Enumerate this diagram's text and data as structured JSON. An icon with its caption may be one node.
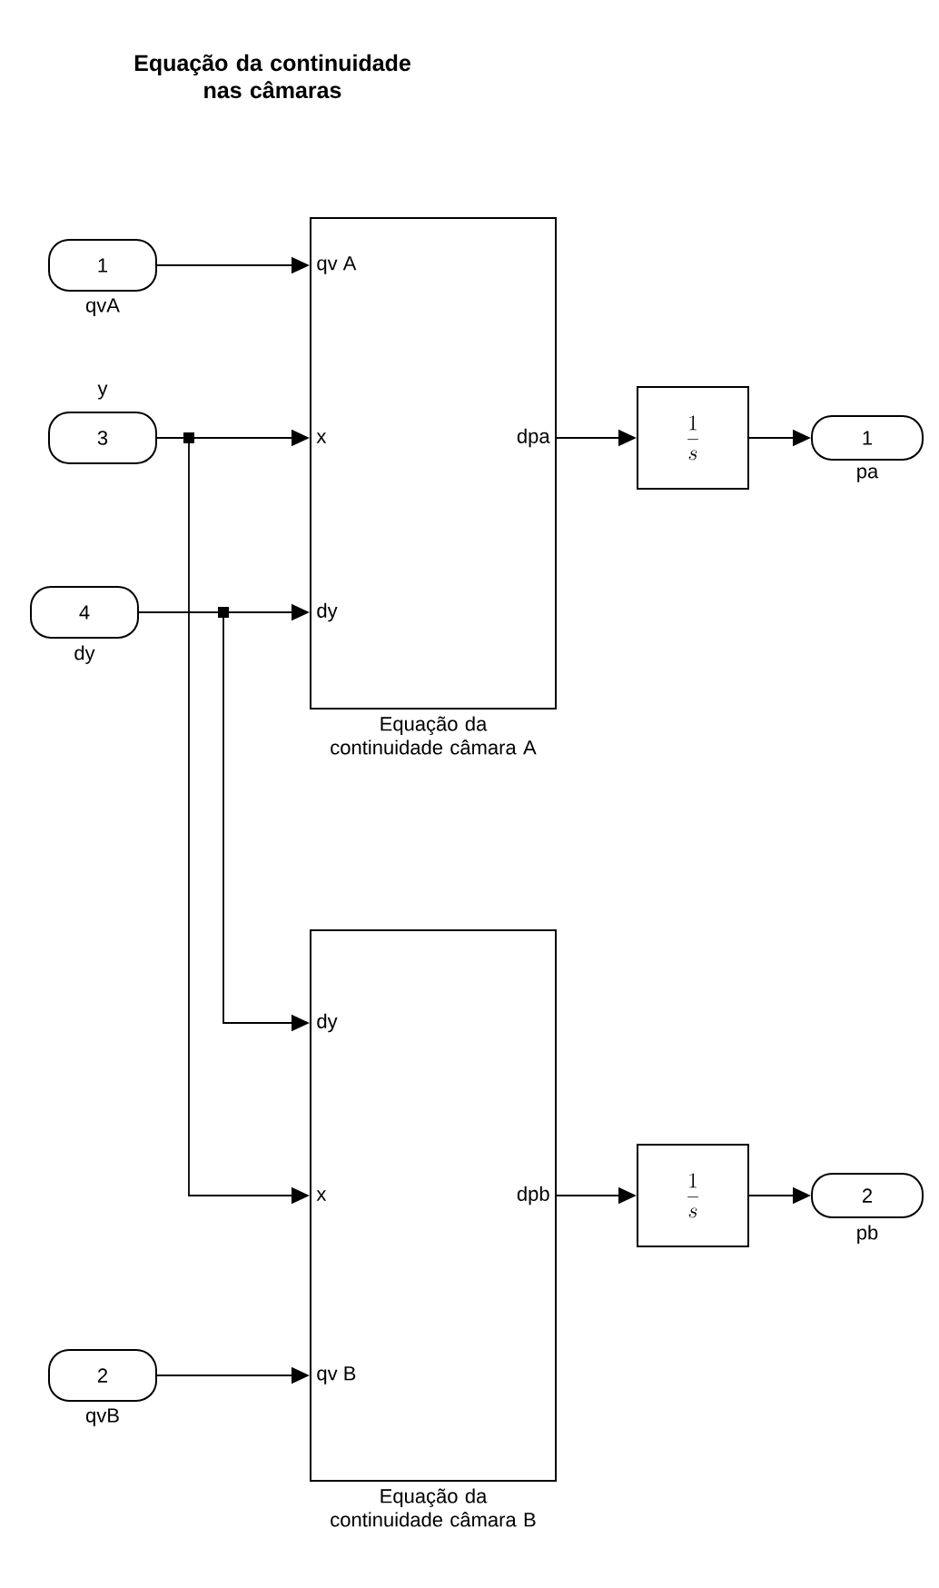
{
  "diagram": {
    "title": "Equação da continuidade nas câmaras",
    "nodes": [
      {
        "text": [
          "1"
        ],
        "beside": [
          "qvA"
        ]
      },
      {
        "text": [
          "3"
        ],
        "beside": [
          "y"
        ]
      },
      {
        "text": [
          "4"
        ],
        "beside": [
          "dy"
        ]
      },
      {
        "text": [
          "2"
        ],
        "beside": [
          "qvB"
        ]
      },
      {
        "text": [
          "qv A",
          "x",
          "dy",
          "dpa"
        ],
        "beside": [
          "Equação da continuidade câmara A"
        ]
      },
      {
        "text": [
          "\\frac{1}{s}"
        ]
      },
      {
        "text": [
          "1"
        ],
        "beside": [
          "pa"
        ]
      },
      {
        "text": [
          "dy",
          "x",
          "qv B",
          "dpb"
        ],
        "beside": [
          "Equação da continuidade câmara B"
        ]
      },
      {
        "text": [
          "\\frac{1}{s}"
        ]
      },
      {
        "text": [
          "2"
        ],
        "beside": [
          "pb"
        ]
      }
    ],
    "edges": [
      {
        "from": 0,
        "to": 4,
        "arrow": "to"
      },
      {
        "from": 1,
        "to": 4,
        "arrow": "to"
      },
      {
        "from": 2,
        "to": 4,
        "arrow": "to"
      },
      {
        "from": 4,
        "to": 5,
        "arrow": "to"
      },
      {
        "from": 5,
        "to": 6,
        "arrow": "to"
      },
      {
        "from": 2,
        "to": 7,
        "arrow": "to"
      },
      {
        "from": 1,
        "to": 7,
        "arrow": "to"
      },
      {
        "from": 3,
        "to": 7,
        "arrow": "to"
      },
      {
        "from": 7,
        "to": 8,
        "arrow": "to"
      },
      {
        "from": 8,
        "to": 9,
        "arrow": "to"
      }
    ]
  }
}
